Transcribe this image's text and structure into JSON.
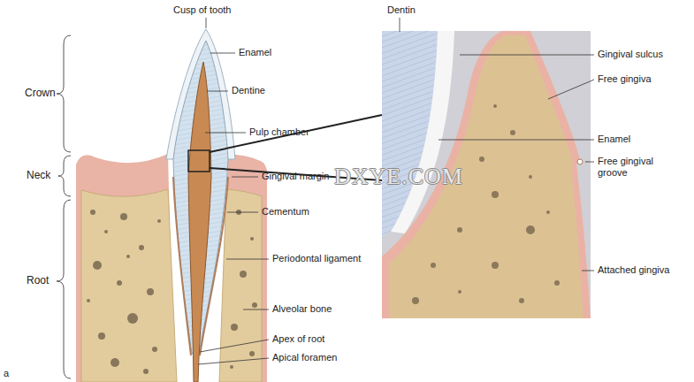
{
  "diagram": {
    "labels": [
      "Cusp of tooth",
      "Crown",
      "Enamel",
      "Dentine",
      "Pulp chamber",
      "Neck",
      "Gingival margin",
      "Cementum",
      "Root",
      "Periodontal ligament",
      "Alveolar bone",
      "Apex of root",
      "Apical foramen",
      "Dentin",
      "Gingival sulcus",
      "Free gingiva",
      "Enamel",
      "Free gingival groove",
      "Attached gingiva",
      "DXYE.COM",
      "a"
    ]
  }
}
